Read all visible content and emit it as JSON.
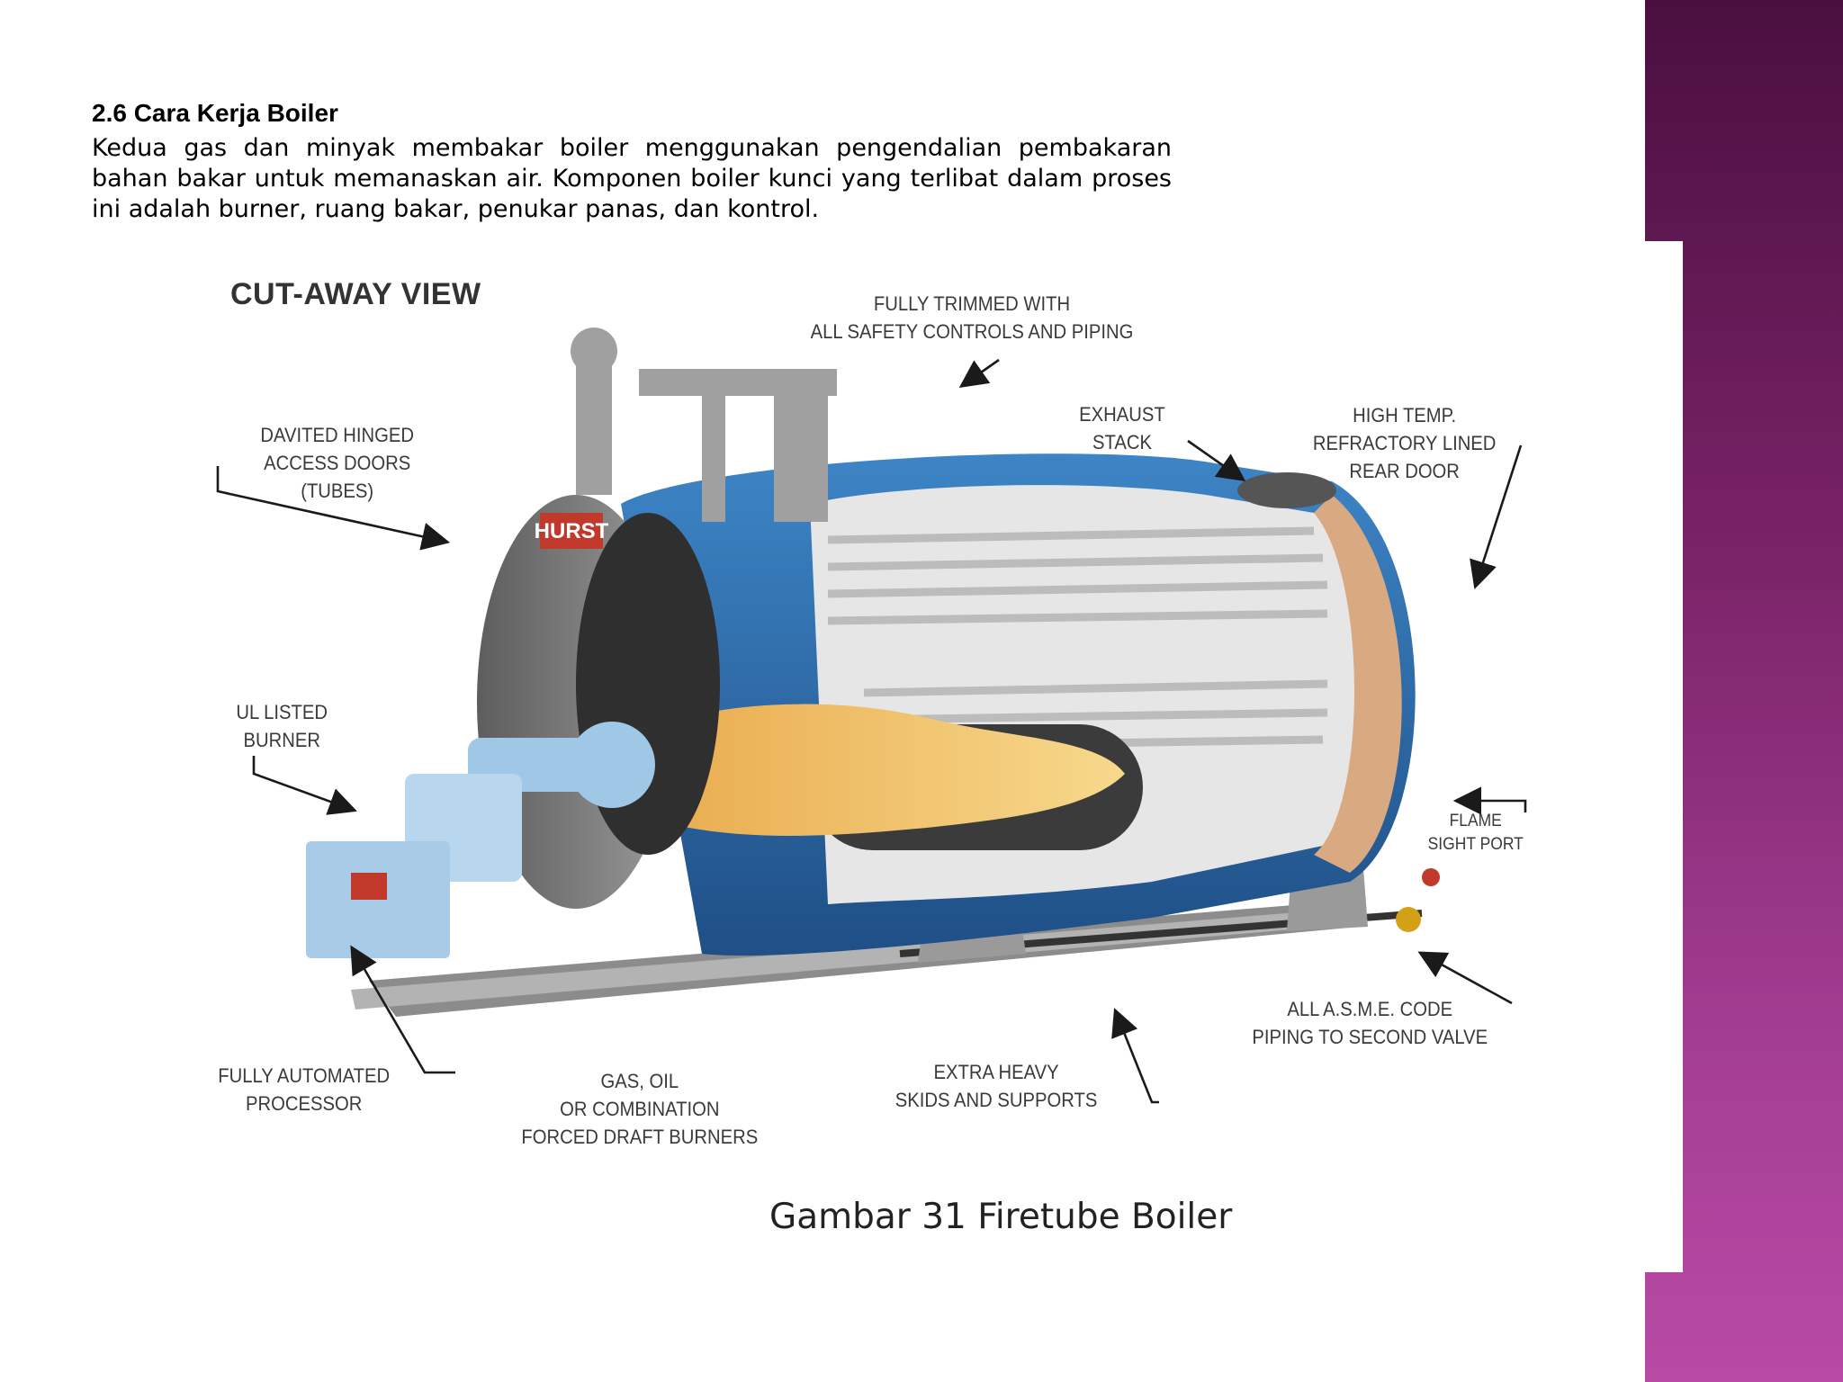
{
  "section": {
    "heading": "2.6 Cara Kerja Boiler",
    "body": "Kedua gas dan minyak membakar boiler menggunakan pengendalian pembakaran bahan bakar untuk memanaskan air. Komponen boiler kunci yang terlibat dalam proses ini adalah burner, ruang bakar, penukar panas, dan kontrol."
  },
  "figure": {
    "view_title": "CUT-AWAY VIEW",
    "brand_mark": "HURST",
    "caption": "Gambar 31 Firetube Boiler",
    "callouts": {
      "trimmed": [
        "FULLY TRIMMED WITH",
        "ALL SAFETY CONTROLS AND PIPING"
      ],
      "exhaust": [
        "EXHAUST",
        "STACK"
      ],
      "rear_door": [
        "HIGH TEMP.",
        "REFRACTORY LINED",
        "REAR DOOR"
      ],
      "doors": [
        "DAVITED HINGED",
        "ACCESS DOORS",
        "(TUBES)"
      ],
      "burner": [
        "UL LISTED",
        "BURNER"
      ],
      "sight_port": [
        "FLAME",
        "SIGHT PORT"
      ],
      "asme": [
        "ALL A.S.M.E. CODE",
        "PIPING TO SECOND VALVE"
      ],
      "skids": [
        "EXTRA HEAVY",
        "SKIDS AND SUPPORTS"
      ],
      "forced": [
        "GAS, OIL",
        "OR COMBINATION",
        "FORCED DRAFT BURNERS"
      ],
      "processor": [
        "FULLY AUTOMATED",
        "PROCESSOR"
      ]
    }
  },
  "colors": {
    "side_band_top": "#4a0f3f",
    "side_band_bottom": "#b84aa6",
    "shell_blue": "#2f6fb0",
    "flame": "#f0c36a",
    "burner_blue": "#9fc7e6"
  }
}
